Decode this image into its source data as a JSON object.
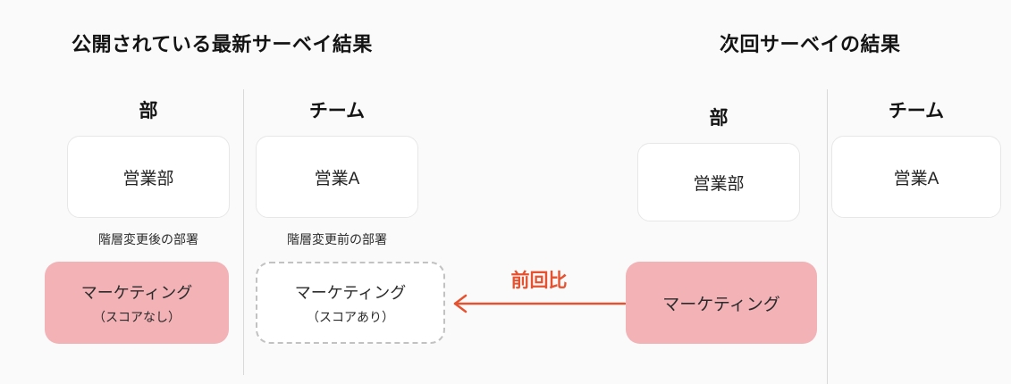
{
  "colors": {
    "background": "#fafafa",
    "pink_card": "#f2b2b6",
    "accent_red": "#e65230",
    "divider": "#d9d9d9",
    "card_border": "#e7e7e7",
    "dashed_border": "#c2c2c2"
  },
  "left_section": {
    "title": "公開されている最新サーベイ結果",
    "dept_header": "部",
    "team_header": "チーム",
    "dept_card": "営業部",
    "team_card": "営業A",
    "dept_note": "階層変更後の部署",
    "team_note": "階層変更前の部署",
    "dept_pink_card": {
      "title": "マーケティング",
      "subtitle": "（スコアなし）"
    },
    "team_dashed_card": {
      "title": "マーケティング",
      "subtitle": "（スコアあり）"
    }
  },
  "comparison": {
    "label": "前回比"
  },
  "right_section": {
    "title": "次回サーベイの結果",
    "dept_header": "部",
    "team_header": "チーム",
    "dept_card": "営業部",
    "team_card": "営業A",
    "dept_pink_card": "マーケティング"
  }
}
